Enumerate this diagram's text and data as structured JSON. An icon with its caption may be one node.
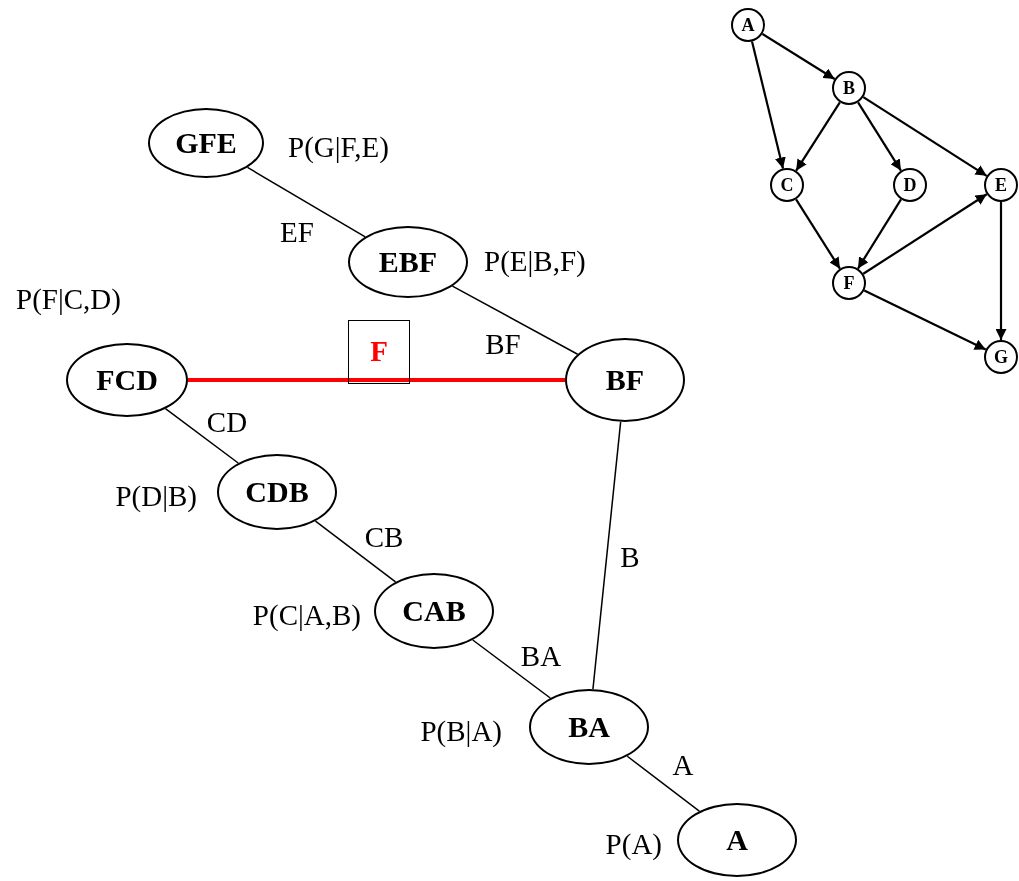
{
  "diagram": {
    "nodes": [
      {
        "text": [
          "GFE"
        ],
        "beside": [
          "P(G|F,E)"
        ]
      },
      {
        "text": [
          "EBF"
        ],
        "beside": [
          "P(E|B,F)"
        ]
      },
      {
        "text": [
          "FCD"
        ],
        "beside": [
          "P(F|C,D)"
        ]
      },
      {
        "text": [
          "BF"
        ]
      },
      {
        "text": [
          "CDB"
        ],
        "beside": [
          "P(D|B)"
        ]
      },
      {
        "text": [
          "CAB"
        ],
        "beside": [
          "P(C|A,B)"
        ]
      },
      {
        "text": [
          "BA"
        ],
        "beside": [
          "P(B|A)"
        ]
      },
      {
        "text": [
          "A"
        ],
        "beside": [
          "P(A)"
        ]
      },
      {
        "text": [
          "A"
        ]
      },
      {
        "text": [
          "B"
        ]
      },
      {
        "text": [
          "C"
        ]
      },
      {
        "text": [
          "D"
        ]
      },
      {
        "text": [
          "E"
        ]
      },
      {
        "text": [
          "F"
        ]
      },
      {
        "text": [
          "G"
        ]
      }
    ],
    "edges": [
      {
        "from": 0,
        "to": 1,
        "arrow": "none",
        "label": "EF"
      },
      {
        "from": 1,
        "to": 3,
        "arrow": "none",
        "label": "BF"
      },
      {
        "from": 2,
        "to": 3,
        "arrow": "none",
        "label": "F",
        "style": "thick",
        "color": "#ff0000"
      },
      {
        "from": 2,
        "to": 4,
        "arrow": "none",
        "label": "CD"
      },
      {
        "from": 4,
        "to": 5,
        "arrow": "none",
        "label": "CB"
      },
      {
        "from": 5,
        "to": 6,
        "arrow": "none",
        "label": "BA"
      },
      {
        "from": 3,
        "to": 6,
        "arrow": "none",
        "label": "B"
      },
      {
        "from": 6,
        "to": 7,
        "arrow": "none",
        "label": "A"
      },
      {
        "from": 8,
        "to": 9,
        "arrow": "to"
      },
      {
        "from": 8,
        "to": 10,
        "arrow": "to"
      },
      {
        "from": 9,
        "to": 10,
        "arrow": "to"
      },
      {
        "from": 9,
        "to": 11,
        "arrow": "to"
      },
      {
        "from": 9,
        "to": 12,
        "arrow": "to"
      },
      {
        "from": 10,
        "to": 13,
        "arrow": "to"
      },
      {
        "from": 11,
        "to": 13,
        "arrow": "to"
      },
      {
        "from": 13,
        "to": 12,
        "arrow": "to"
      },
      {
        "from": 12,
        "to": 14,
        "arrow": "to"
      },
      {
        "from": 13,
        "to": 14,
        "arrow": "to"
      }
    ]
  }
}
